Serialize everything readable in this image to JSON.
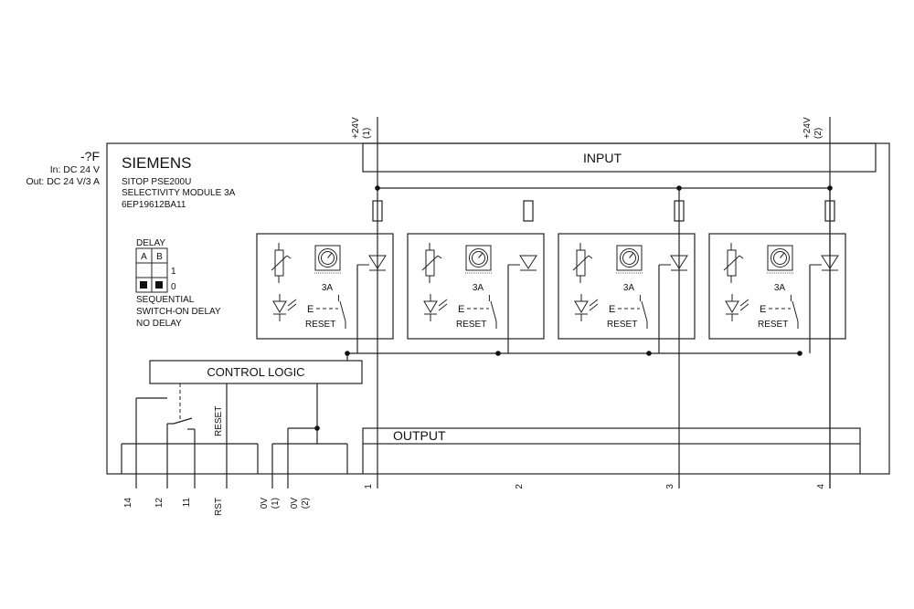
{
  "device": {
    "tag": "-?F",
    "input_rating": "In: DC 24 V",
    "output_rating": "Out: DC 24 V/3 A",
    "brand": "SIEMENS",
    "product": "SITOP PSE200U",
    "model": "SELECTIVITY MODULE 3A",
    "order_no": "6EP19612BA11"
  },
  "supply_terminals": [
    {
      "voltage": "+24V",
      "index": "(1)"
    },
    {
      "voltage": "+24V",
      "index": "(2)"
    }
  ],
  "input_label": "INPUT",
  "output_label": "OUTPUT",
  "control_logic_label": "CONTROL LOGIC",
  "delay": {
    "title": "DELAY",
    "col_a": "A",
    "col_b": "B",
    "row_1": "1",
    "row_0": "0",
    "legend": [
      "SEQUENTIAL",
      "SWITCH-ON DELAY",
      "NO DELAY"
    ]
  },
  "channel": {
    "current": "3A",
    "e_label": "E",
    "switch_label": "I",
    "reset_label": "RESET"
  },
  "reset_signal_label": "RESET",
  "bottom_terminals": {
    "relay": [
      "14",
      "12",
      "11"
    ],
    "rst": "RST",
    "zero_v1": [
      "0V",
      "(1)"
    ],
    "zero_v2": [
      "0V",
      "(2)"
    ],
    "outputs": [
      "1",
      "2",
      "3",
      "4"
    ]
  }
}
